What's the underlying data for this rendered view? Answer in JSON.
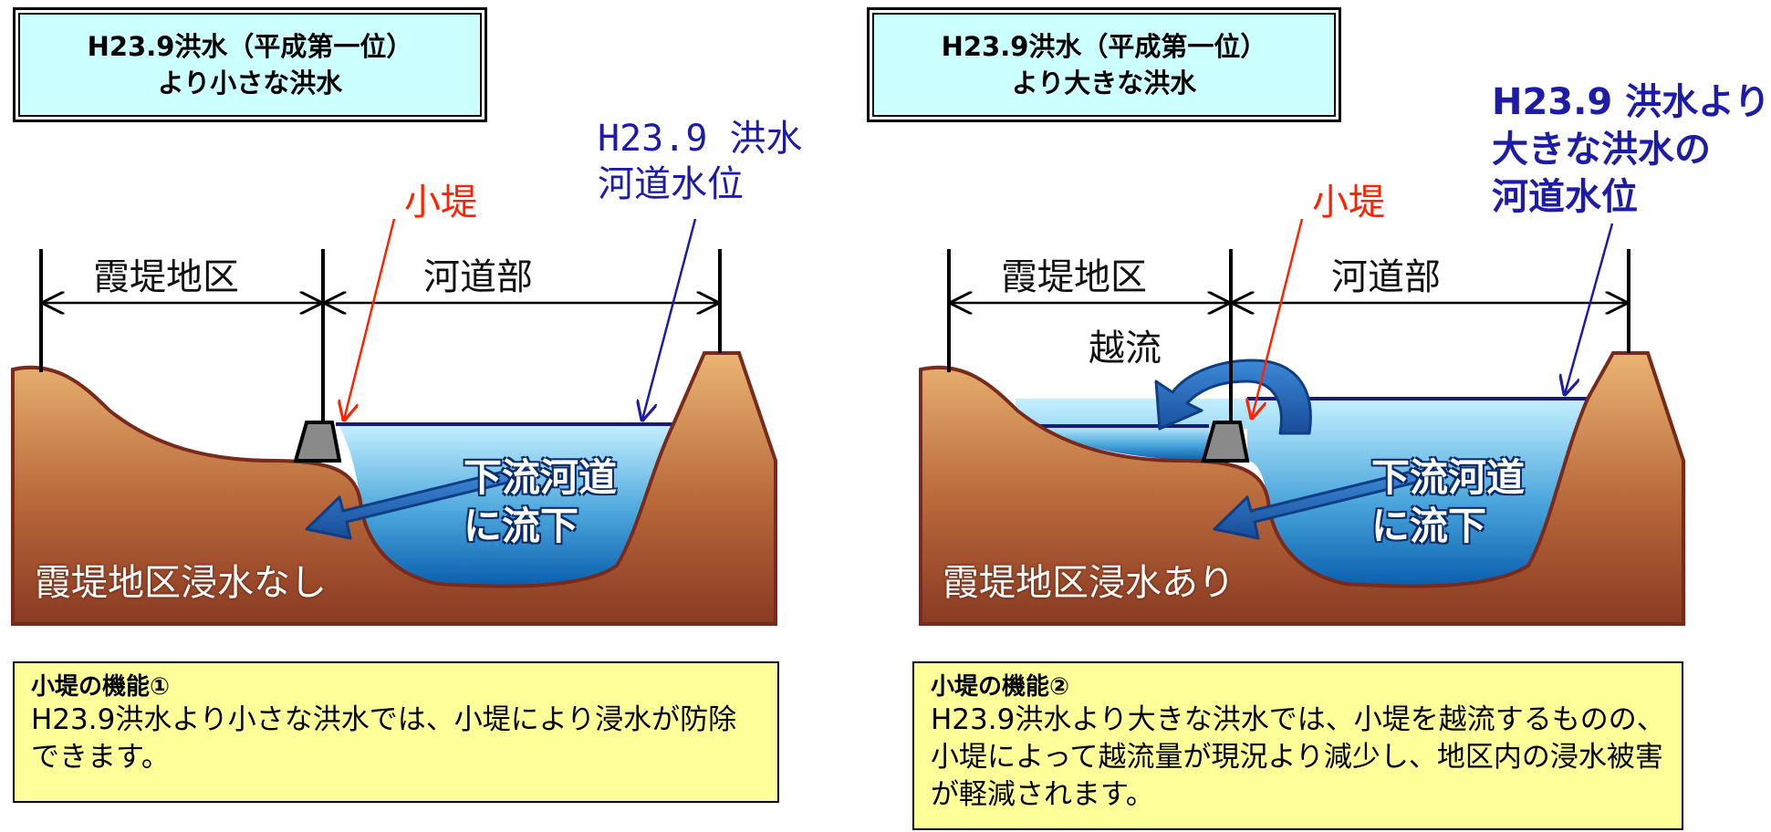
{
  "left": {
    "title_line1": "H23.9洪水（平成第一位）",
    "title_line2": "より小さな洪水",
    "label_kotei": "小堤",
    "label_water_line1": "H23.9 洪水",
    "label_water_line2": "河道水位",
    "label_kasumi": "霞堤地区",
    "label_channel": "河道部",
    "label_flow_line1": "下流河道",
    "label_flow_line2": "に流下",
    "label_result": "霞堤地区浸水なし",
    "note_title": "小堤の機能①",
    "note_body": "H23.9洪水より小さな洪水では、小堤により浸水が防除できます。"
  },
  "right": {
    "title_line1": "H23.9洪水（平成第一位）",
    "title_line2": "より大きな洪水",
    "label_kotei": "小堤",
    "label_water_line1": "H23.9 洪水より",
    "label_water_line2": "大きな洪水の",
    "label_water_line3": "河道水位",
    "label_kasumi": "霞堤地区",
    "label_channel": "河道部",
    "label_overflow": "越流",
    "label_flow_line1": "下流河道",
    "label_flow_line2": "に流下",
    "label_result": "霞堤地区浸水あり",
    "note_title": "小堤の機能②",
    "note_body": "H23.9洪水より大きな洪水では、小堤を越流するものの、小堤によって越流量が現況より減少し、地区内の浸水被害が軽減されます。"
  },
  "colors": {
    "title_bg": "#ccffff",
    "note_bg": "#ffff99",
    "ground_top": "#e8b070",
    "ground_bottom": "#8a3a22",
    "water_top": "#bfeeff",
    "water_bottom": "#0a63b0",
    "arrow": "#1f66b8",
    "levee": "#888888",
    "label_red": "#ff2200",
    "label_blue": "#1c1ca8"
  }
}
